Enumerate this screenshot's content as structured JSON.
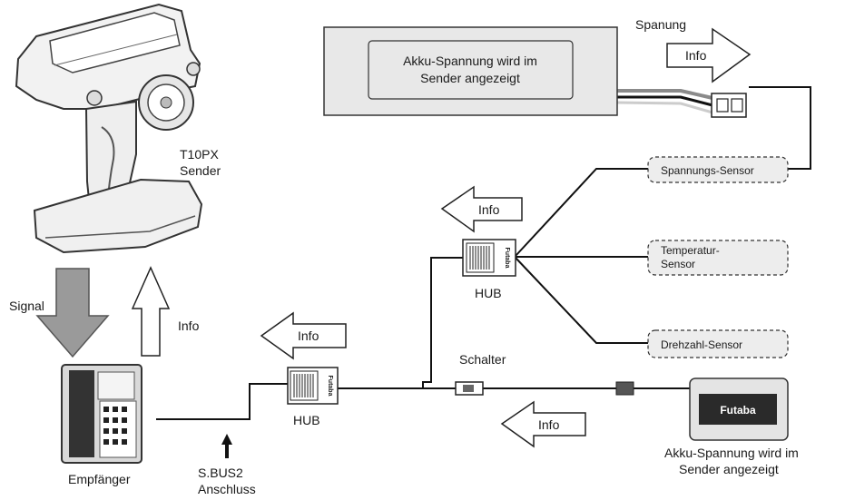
{
  "transmitter": {
    "label_model": "T10PX",
    "label_role": "Sender"
  },
  "battery_box": {
    "display_line1": "Akku-Spannung wird im",
    "display_line2": "Sender angezeigt",
    "spannung_label": "Spanung",
    "info_label": "Info"
  },
  "sensors": {
    "voltage": "Spannungs-Sensor",
    "temperature_line1": "Temperatur-",
    "temperature_line2": "Sensor",
    "rpm": "Drehzahl-Sensor"
  },
  "hubs": {
    "hub_upper": "HUB",
    "hub_lower": "HUB",
    "brand": "Futaba"
  },
  "arrows": {
    "signal": "Signal",
    "info_up": "Info",
    "info_hub_upper": "Info",
    "info_hub_lower": "Info",
    "info_switch": "Info"
  },
  "switch": {
    "label": "Schalter"
  },
  "receiver": {
    "label": "Empfänger"
  },
  "sbus": {
    "line1": "S.BUS2",
    "line2": "Anschluss"
  },
  "battery_pack": {
    "brand": "Futaba",
    "caption_line1": "Akku-Spannung wird im",
    "caption_line2": "Sender angezeigt"
  },
  "colors": {
    "signal_arrow": "#9a9a9a",
    "box_fill": "#e8e8e8",
    "pack_dark": "#2a2a2a"
  }
}
